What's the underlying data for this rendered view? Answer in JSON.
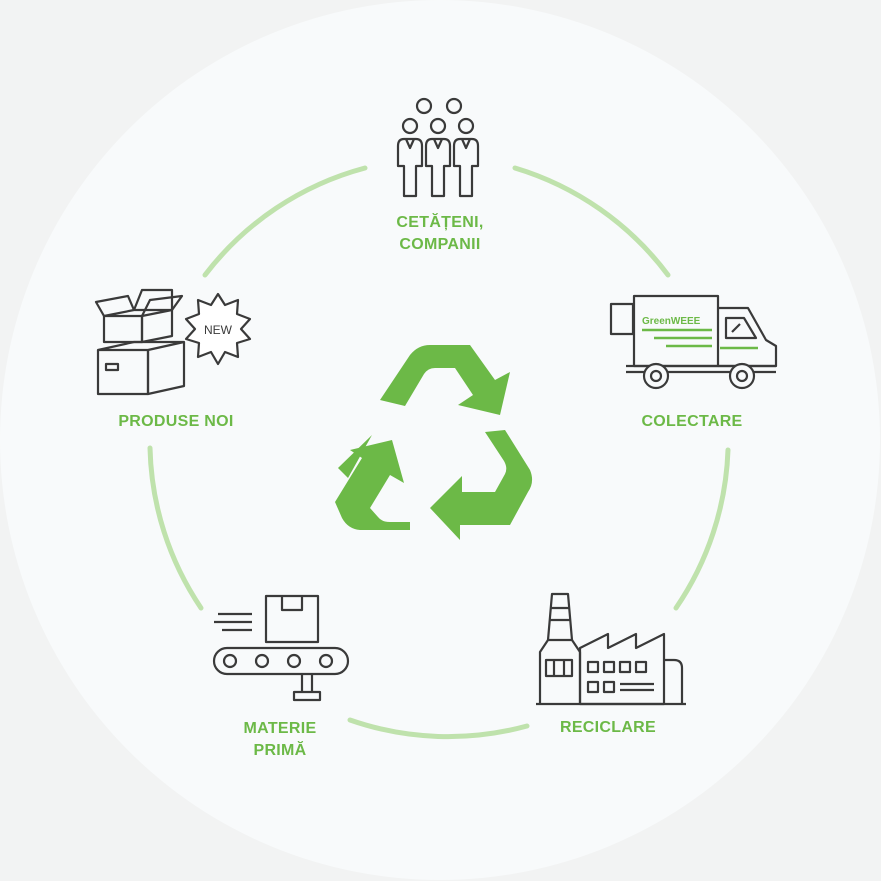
{
  "steps": {
    "citizens": {
      "line1": "CETĂȚENI,",
      "line2": "COMPANII"
    },
    "collection": {
      "label": "COLECTARE",
      "truck_text": "GreenWEEE"
    },
    "recycling": {
      "label": "RECICLARE"
    },
    "raw_material": {
      "line1": "MATERIE",
      "line2": "PRIMĂ"
    },
    "new_products": {
      "label": "PRODUSE NOI",
      "badge_text": "NEW"
    }
  },
  "colors": {
    "accent": "#6cb947",
    "icon_stroke": "#3a3a3a",
    "background": "#f2f3f3",
    "circle_fill": "#f8fafb"
  },
  "icons": {
    "center": "recycle-icon",
    "citizens": "people-group-icon",
    "collection": "delivery-truck-icon",
    "recycling": "factory-icon",
    "raw_material": "conveyor-belt-icon",
    "new_products": "boxes-icon"
  }
}
